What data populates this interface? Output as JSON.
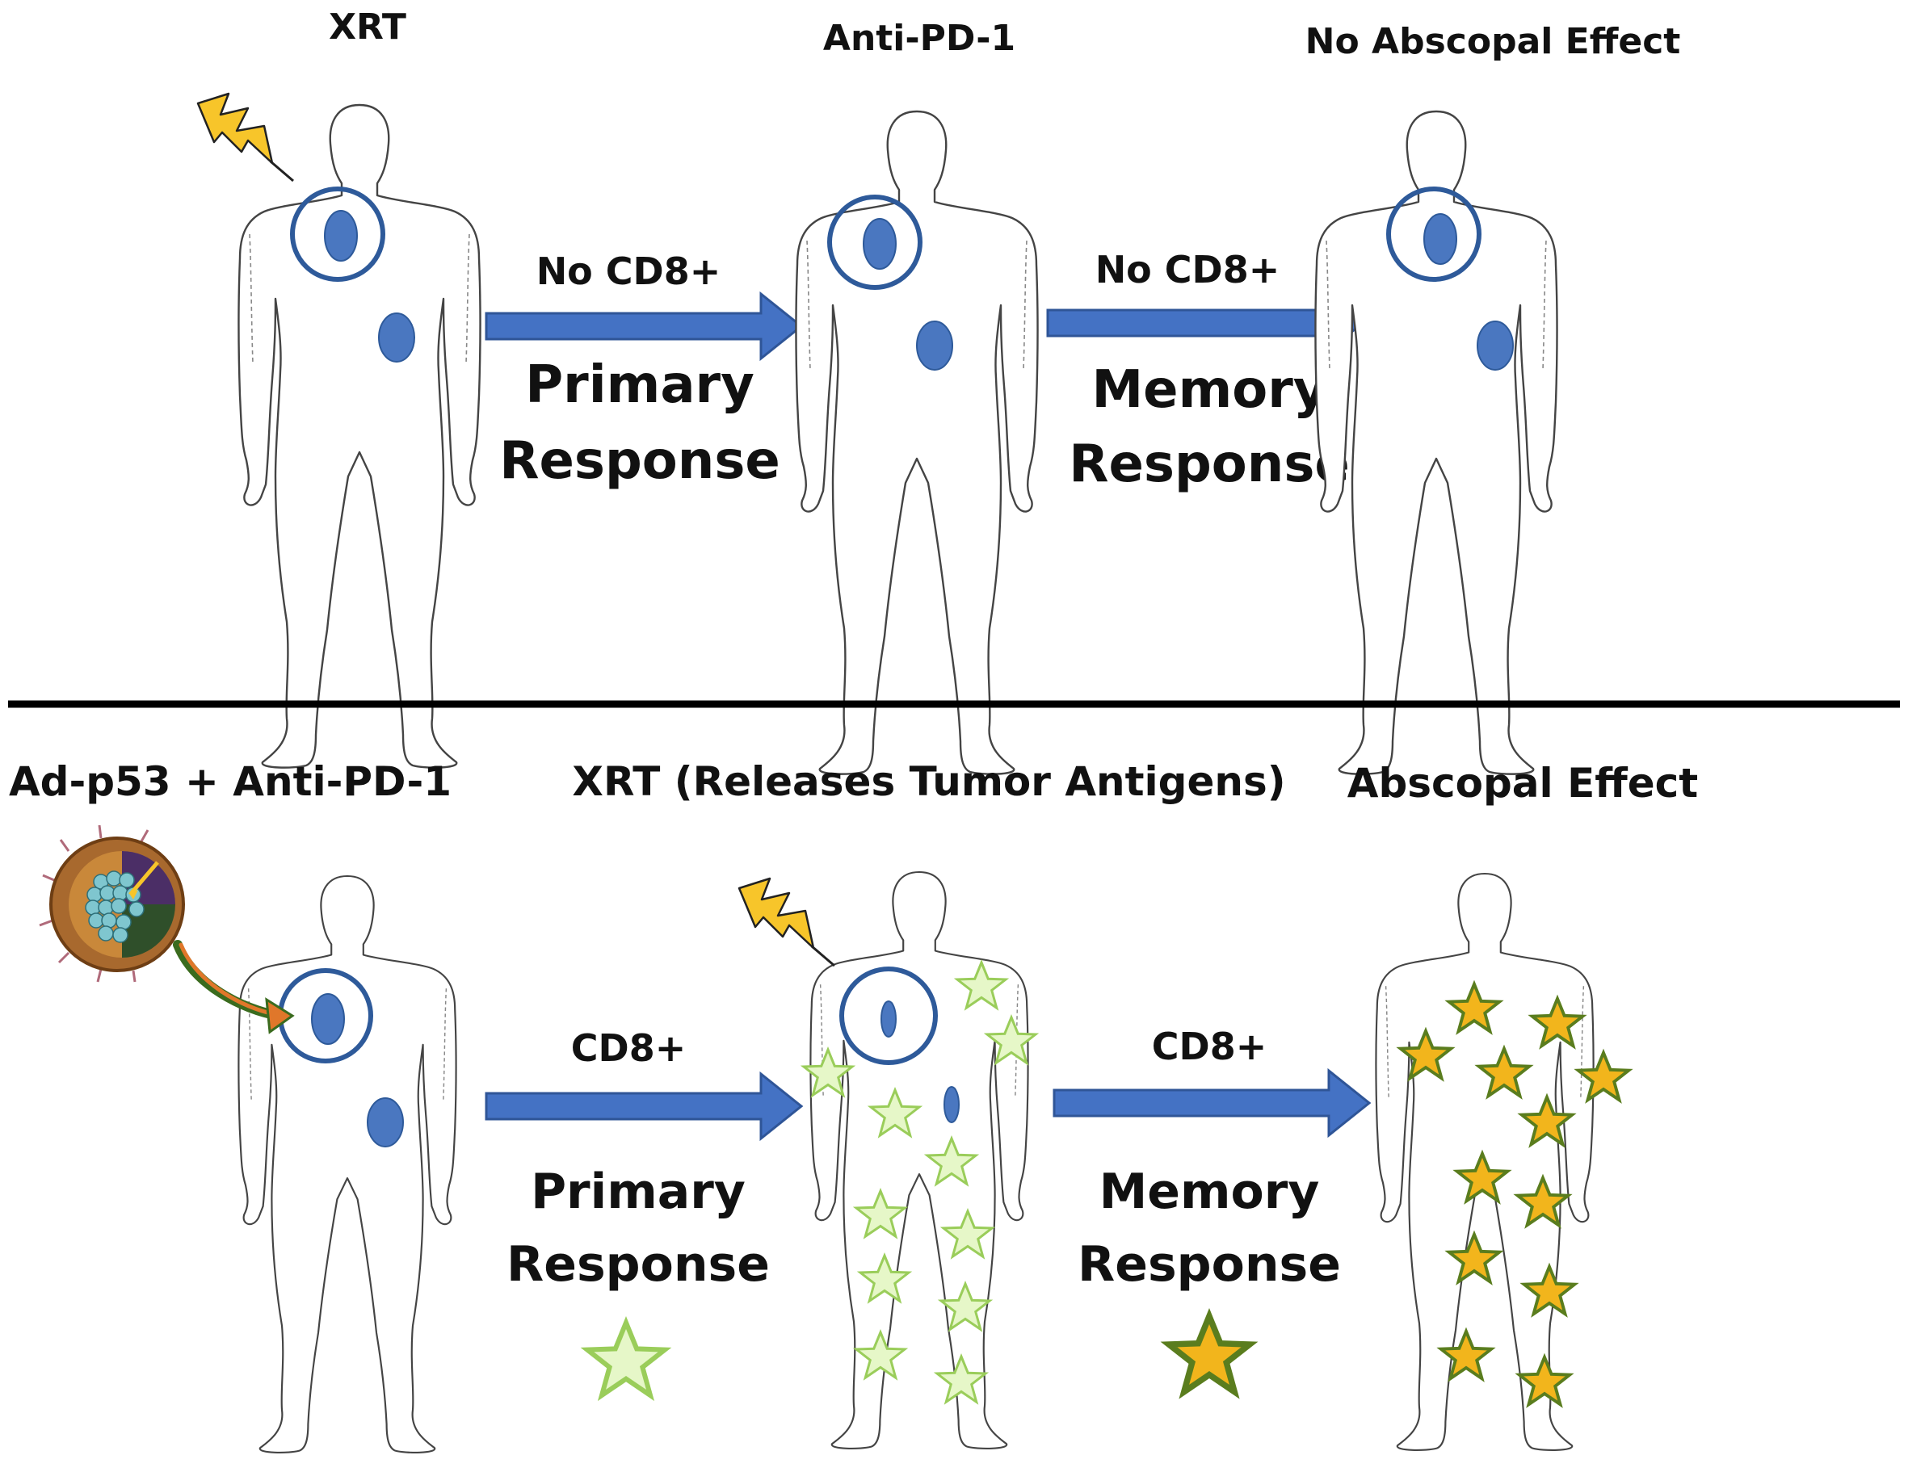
{
  "top_row": {
    "panel_titles": [
      "XRT",
      "Anti-PD-1",
      "No Abscopal Effect"
    ],
    "arrow_1": {
      "line1": "No CD8+",
      "line2": "Primary",
      "line3": "Response"
    },
    "arrow_2": {
      "line1": "No CD8+",
      "line2": "Memory",
      "line3": "Response"
    }
  },
  "bottom_row": {
    "panel_titles": [
      "Ad-p53 + Anti-PD-1",
      "XRT (Releases Tumor Antigens)",
      "Abscopal Effect"
    ],
    "arrow_1": {
      "line1": "CD8+",
      "line2": "Primary",
      "line3": "Response"
    },
    "arrow_2": {
      "line1": "CD8+",
      "line2": "Memory",
      "line3": "Response"
    }
  },
  "colors": {
    "arrow_blue": "#4472c4",
    "tumor_blue": "#4a77c0",
    "ring_navy": "#2e5a9a",
    "primary_star_fill": "#e6f7c8",
    "primary_star_stroke": "#9acd5a",
    "memory_star_fill": "#f2b51c",
    "memory_star_stroke": "#5a7d1e",
    "lightning_yellow": "#f7c52a",
    "divider": "#000000"
  },
  "icons": [
    "lightning-icon",
    "adenovirus-icon",
    "primary-star-icon",
    "memory-star-icon"
  ]
}
